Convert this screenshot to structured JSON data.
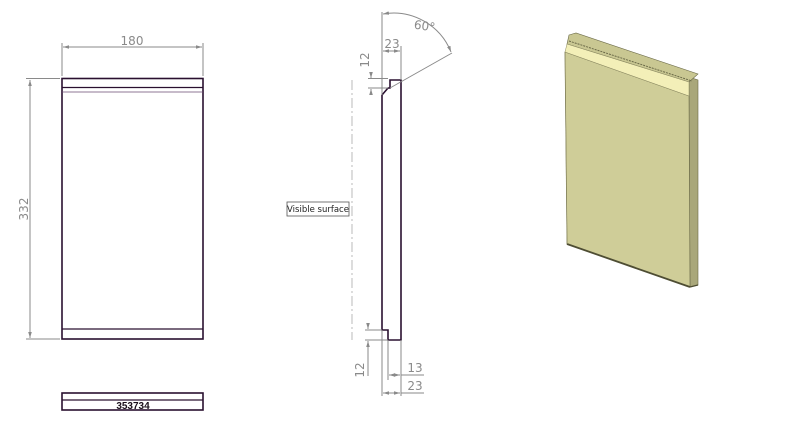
{
  "drawing": {
    "type": "technical-drawing",
    "colors": {
      "outline": "#2a1030",
      "dimension": "#8a8a8a",
      "part_face": "#cfcd98",
      "part_highlight": "#f3efb8",
      "part_side": "#a9a77a",
      "part_edge": "#6b6a48"
    },
    "front_view": {
      "width_dim": "180",
      "height_dim": "332"
    },
    "bottom_view": {
      "part_number": "353734"
    },
    "side_view": {
      "angle_dim": "60°",
      "top_width_dim": "23",
      "top_height_dim": "12",
      "bottom_height_dim": "12",
      "bottom_inner_dim": "13",
      "bottom_width_dim": "23",
      "callout_label": "Visible surface"
    },
    "iso_view": {
      "description": "3D isometric view of door panel"
    }
  }
}
